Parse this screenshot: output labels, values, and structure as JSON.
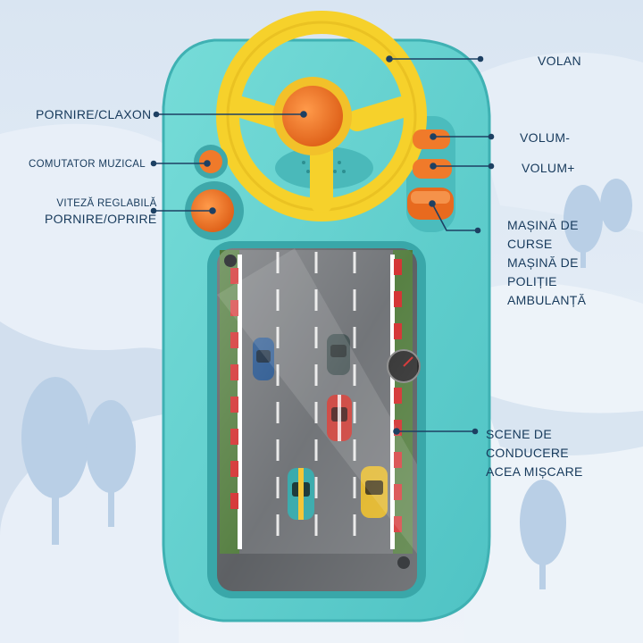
{
  "labels": {
    "volan": "VOLAN",
    "pornire_claxon": "PORNIRE/CLAXON",
    "comutator_muzical": "COMUTATOR MUZICAL",
    "viteza_line1": "VITEZĂ REGLABILĂ",
    "viteza_line2": "PORNIRE/OPRIRE",
    "volum_minus": "VOLUM-",
    "volum_plus": "VOLUM+",
    "masini": [
      "MAȘINĂ DE",
      "CURSE",
      "MAȘINĂ DE",
      "POLIȚIE",
      "AMBULANȚĂ"
    ],
    "scene": [
      "SCENE DE",
      "CONDUCERE",
      "ACEA MIȘCARE"
    ]
  },
  "colors": {
    "background": "#dfe9f4",
    "device_body": "#5fd0cf",
    "steering_wheel": "#f6d12b",
    "buttons": "#f07a2a",
    "road": "#6b6e72",
    "text": "#173a5c"
  },
  "icons": [
    "steering-wheel-icon",
    "horn-button-icon",
    "music-switch-icon",
    "speed-power-button-icon",
    "volume-minus-icon",
    "volume-plus-icon",
    "car-select-icon",
    "speedometer-icon"
  ]
}
